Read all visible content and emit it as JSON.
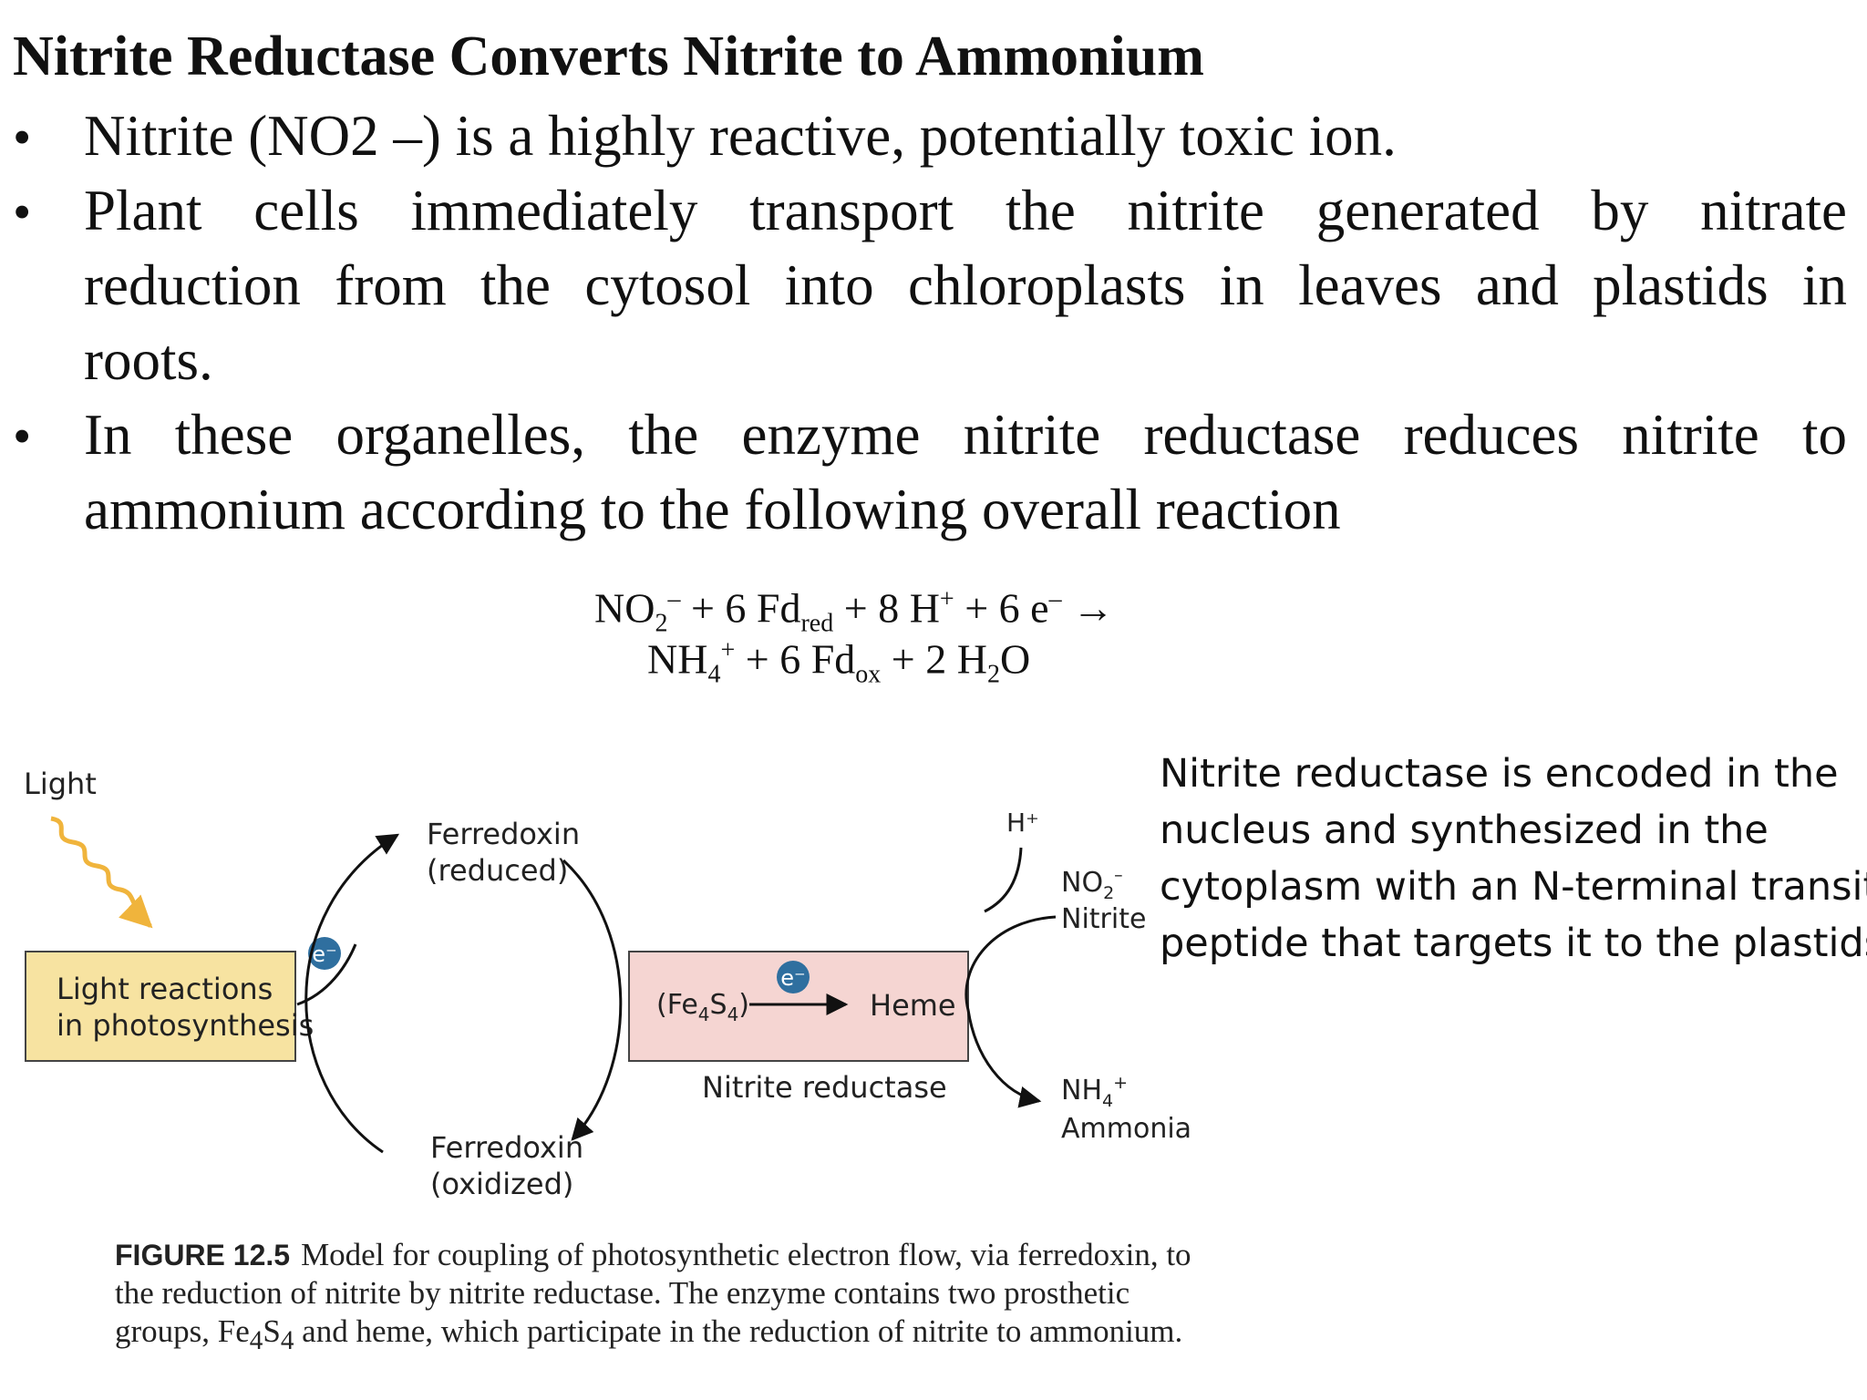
{
  "title": "Nitrite Reductase Converts Nitrite to Ammonium",
  "bullets": [
    {
      "marker": "•",
      "lines": [
        "Nitrite (NO2 –) is a highly reactive, potentially toxic ion."
      ]
    },
    {
      "marker": "•",
      "lines": [
        "Plant cells immediately transport the nitrite generated by nitrate",
        "reduction  from the cytosol into chloroplasts in leaves and plastids in",
        "roots."
      ]
    },
    {
      "marker": "•",
      "lines": [
        "In these organelles, the enzyme nitrite reductase reduces nitrite to",
        "ammonium according to the following overall reaction"
      ]
    }
  ],
  "equation": {
    "line1": {
      "no": "NO",
      "no_sub": "2",
      "no_sup": "–",
      "plus6fd": " + 6 Fd",
      "red": "red",
      "plus8h": " + 8 H",
      "h_sup": "+",
      "plus6e": " + 6 e",
      "e_sup": "–",
      "arrow": " →"
    },
    "line2": {
      "nh": "NH",
      "nh_sub": "4",
      "nh_sup": "+",
      "plus6fd": " + 6 Fd",
      "ox": "ox",
      "plus2h": " + 2 H",
      "h2_sub": "2",
      "o": "O"
    }
  },
  "note": [
    "Nitrite reductase is encoded in the",
    "nucleus and synthesized in the",
    "cytoplasm with an N-terminal transit",
    "peptide that targets it to the plastids"
  ],
  "diagram": {
    "light": "Light",
    "light_box_line1": "Light reactions",
    "light_box_line2": "in photosynthesis",
    "electron": "e⁻",
    "fd_reduced_line1": "Ferredoxin",
    "fd_reduced_line2": "(reduced)",
    "fd_oxidized_line1": "Ferredoxin",
    "fd_oxidized_line2": "(oxidized)",
    "fes": "(Fe",
    "fes_sub1": "4",
    "fes_s": "S",
    "fes_sub2": "4",
    "fes_close": ")",
    "heme": "Heme",
    "enzyme_label": "Nitrite reductase",
    "h_plus": "H⁺",
    "no2": "NO",
    "no2_sub": "2",
    "no2_sup": "–",
    "nitrite": "Nitrite",
    "nh4": "NH",
    "nh4_sub": "4",
    "nh4_sup": "+",
    "ammonia": "Ammonia",
    "colors": {
      "light_box": "#f7e3a1",
      "enzyme_box": "#f5d5d2",
      "electron": "#2f6f9f",
      "light_arrow": "#f0b43c"
    }
  },
  "caption": {
    "figure_label": "FIGURE 12.5",
    "line1": "Model for coupling of photosynthetic electron flow, via ferredoxin, to",
    "line2": "the reduction of nitrite by nitrite reductase. The enzyme contains two prosthetic",
    "line3a": "groups, Fe",
    "line3_sub1": "4",
    "line3b": "S",
    "line3_sub2": "4",
    "line3c": " and heme, which participate in the reduction of nitrite to ammonium."
  }
}
